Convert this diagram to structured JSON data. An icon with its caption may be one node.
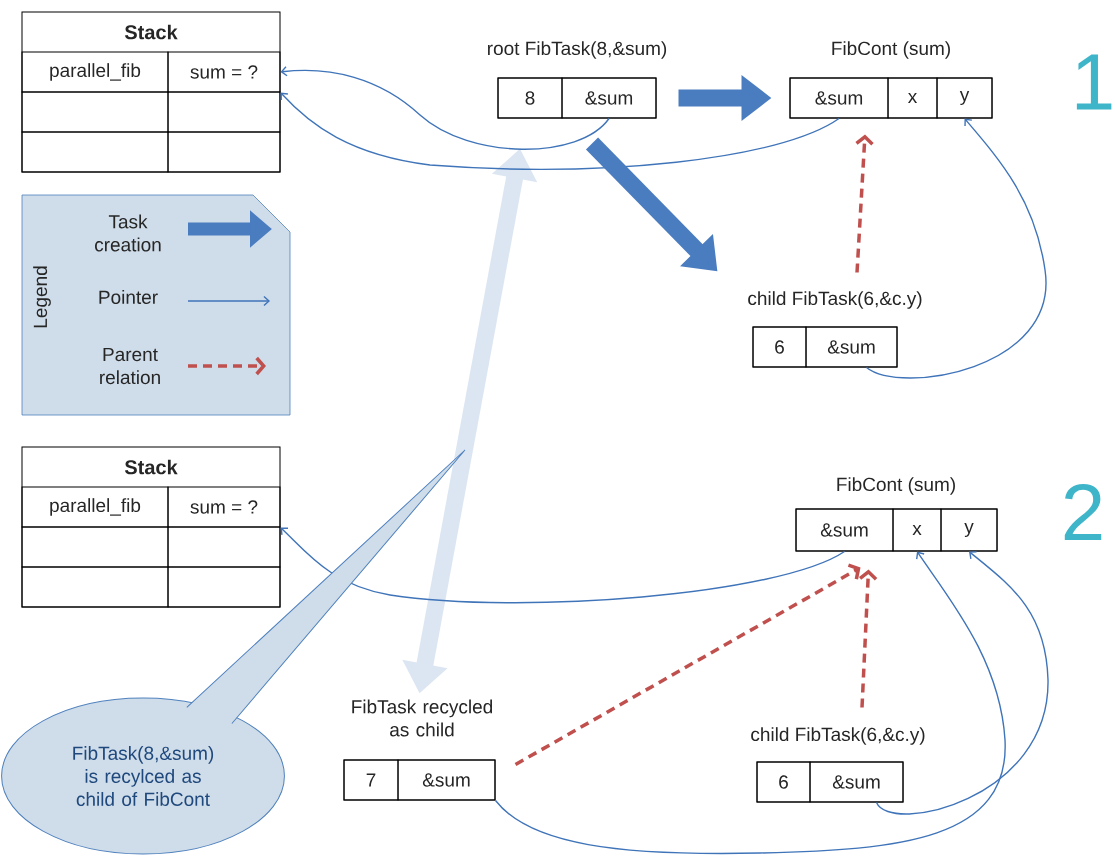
{
  "diagram": {
    "nodes": [
      {
        "text": [
          "Stack"
        ]
      },
      {
        "text": [
          "parallel_fib"
        ],
        "in": 0
      },
      {
        "text": [
          "sum = ?"
        ],
        "in": 0
      },
      {
        "text": [
          "root FibTask(8,&sum)"
        ]
      },
      {
        "text": [
          "8"
        ],
        "in": 3
      },
      {
        "text": [
          "&sum"
        ],
        "in": 3
      },
      {
        "text": [
          "FibCont (sum)"
        ]
      },
      {
        "text": [
          "&sum"
        ],
        "in": 6
      },
      {
        "text": [
          "x"
        ],
        "in": 6
      },
      {
        "text": [
          "y"
        ],
        "in": 6
      },
      {
        "text": [
          "child FibTask(6,&c.y)"
        ]
      },
      {
        "text": [
          "6"
        ],
        "in": 10
      },
      {
        "text": [
          "&sum"
        ],
        "in": 10
      },
      {
        "text": [
          "Stack"
        ]
      },
      {
        "text": [
          "parallel_fib"
        ],
        "in": 13
      },
      {
        "text": [
          "sum = ?"
        ],
        "in": 13
      },
      {
        "text": [
          "FibCont (sum)"
        ]
      },
      {
        "text": [
          "&sum"
        ],
        "in": 16
      },
      {
        "text": [
          "x"
        ],
        "in": 16
      },
      {
        "text": [
          "y"
        ],
        "in": 16
      },
      {
        "text": [
          "FibTask recycled as child"
        ]
      },
      {
        "text": [
          "7"
        ],
        "in": 20
      },
      {
        "text": [
          "&sum"
        ],
        "in": 20
      },
      {
        "text": [
          "child FibTask(6,&c.y)"
        ]
      },
      {
        "text": [
          "6"
        ],
        "in": 23
      },
      {
        "text": [
          "&sum"
        ],
        "in": 23
      },
      {
        "text": [
          "FibTask(8,&sum) is recylced as child of FibCont"
        ]
      }
    ],
    "edges": [
      {
        "from": 3,
        "to": 20,
        "arrow": "both",
        "style": "thick",
        "color": "#dce6f2"
      },
      {
        "from": 5,
        "to": 2,
        "arrow": "to"
      },
      {
        "from": 7,
        "to": 2,
        "arrow": "to"
      },
      {
        "from": 3,
        "to": 6,
        "arrow": "to",
        "style": "thick"
      },
      {
        "from": 3,
        "to": 10,
        "arrow": "to",
        "style": "thick"
      },
      {
        "from": 10,
        "to": 6,
        "arrow": "to",
        "style": "dashed",
        "color": "#c0504d"
      },
      {
        "from": 12,
        "to": 9,
        "arrow": "to"
      },
      {
        "from": 17,
        "to": 15,
        "arrow": "to"
      },
      {
        "from": 20,
        "to": 16,
        "arrow": "to",
        "style": "dashed",
        "color": "#c0504d"
      },
      {
        "from": 23,
        "to": 16,
        "arrow": "to",
        "style": "dashed",
        "color": "#c0504d"
      },
      {
        "from": 22,
        "to": 18,
        "arrow": "to"
      },
      {
        "from": 25,
        "to": 19,
        "arrow": "to"
      }
    ],
    "labels": [
      "1",
      "Legend",
      "2"
    ],
    "legend": [
      {
        "text": "Task creation"
      },
      {
        "text": "Pointer"
      },
      {
        "text": "Parent relation"
      }
    ]
  }
}
